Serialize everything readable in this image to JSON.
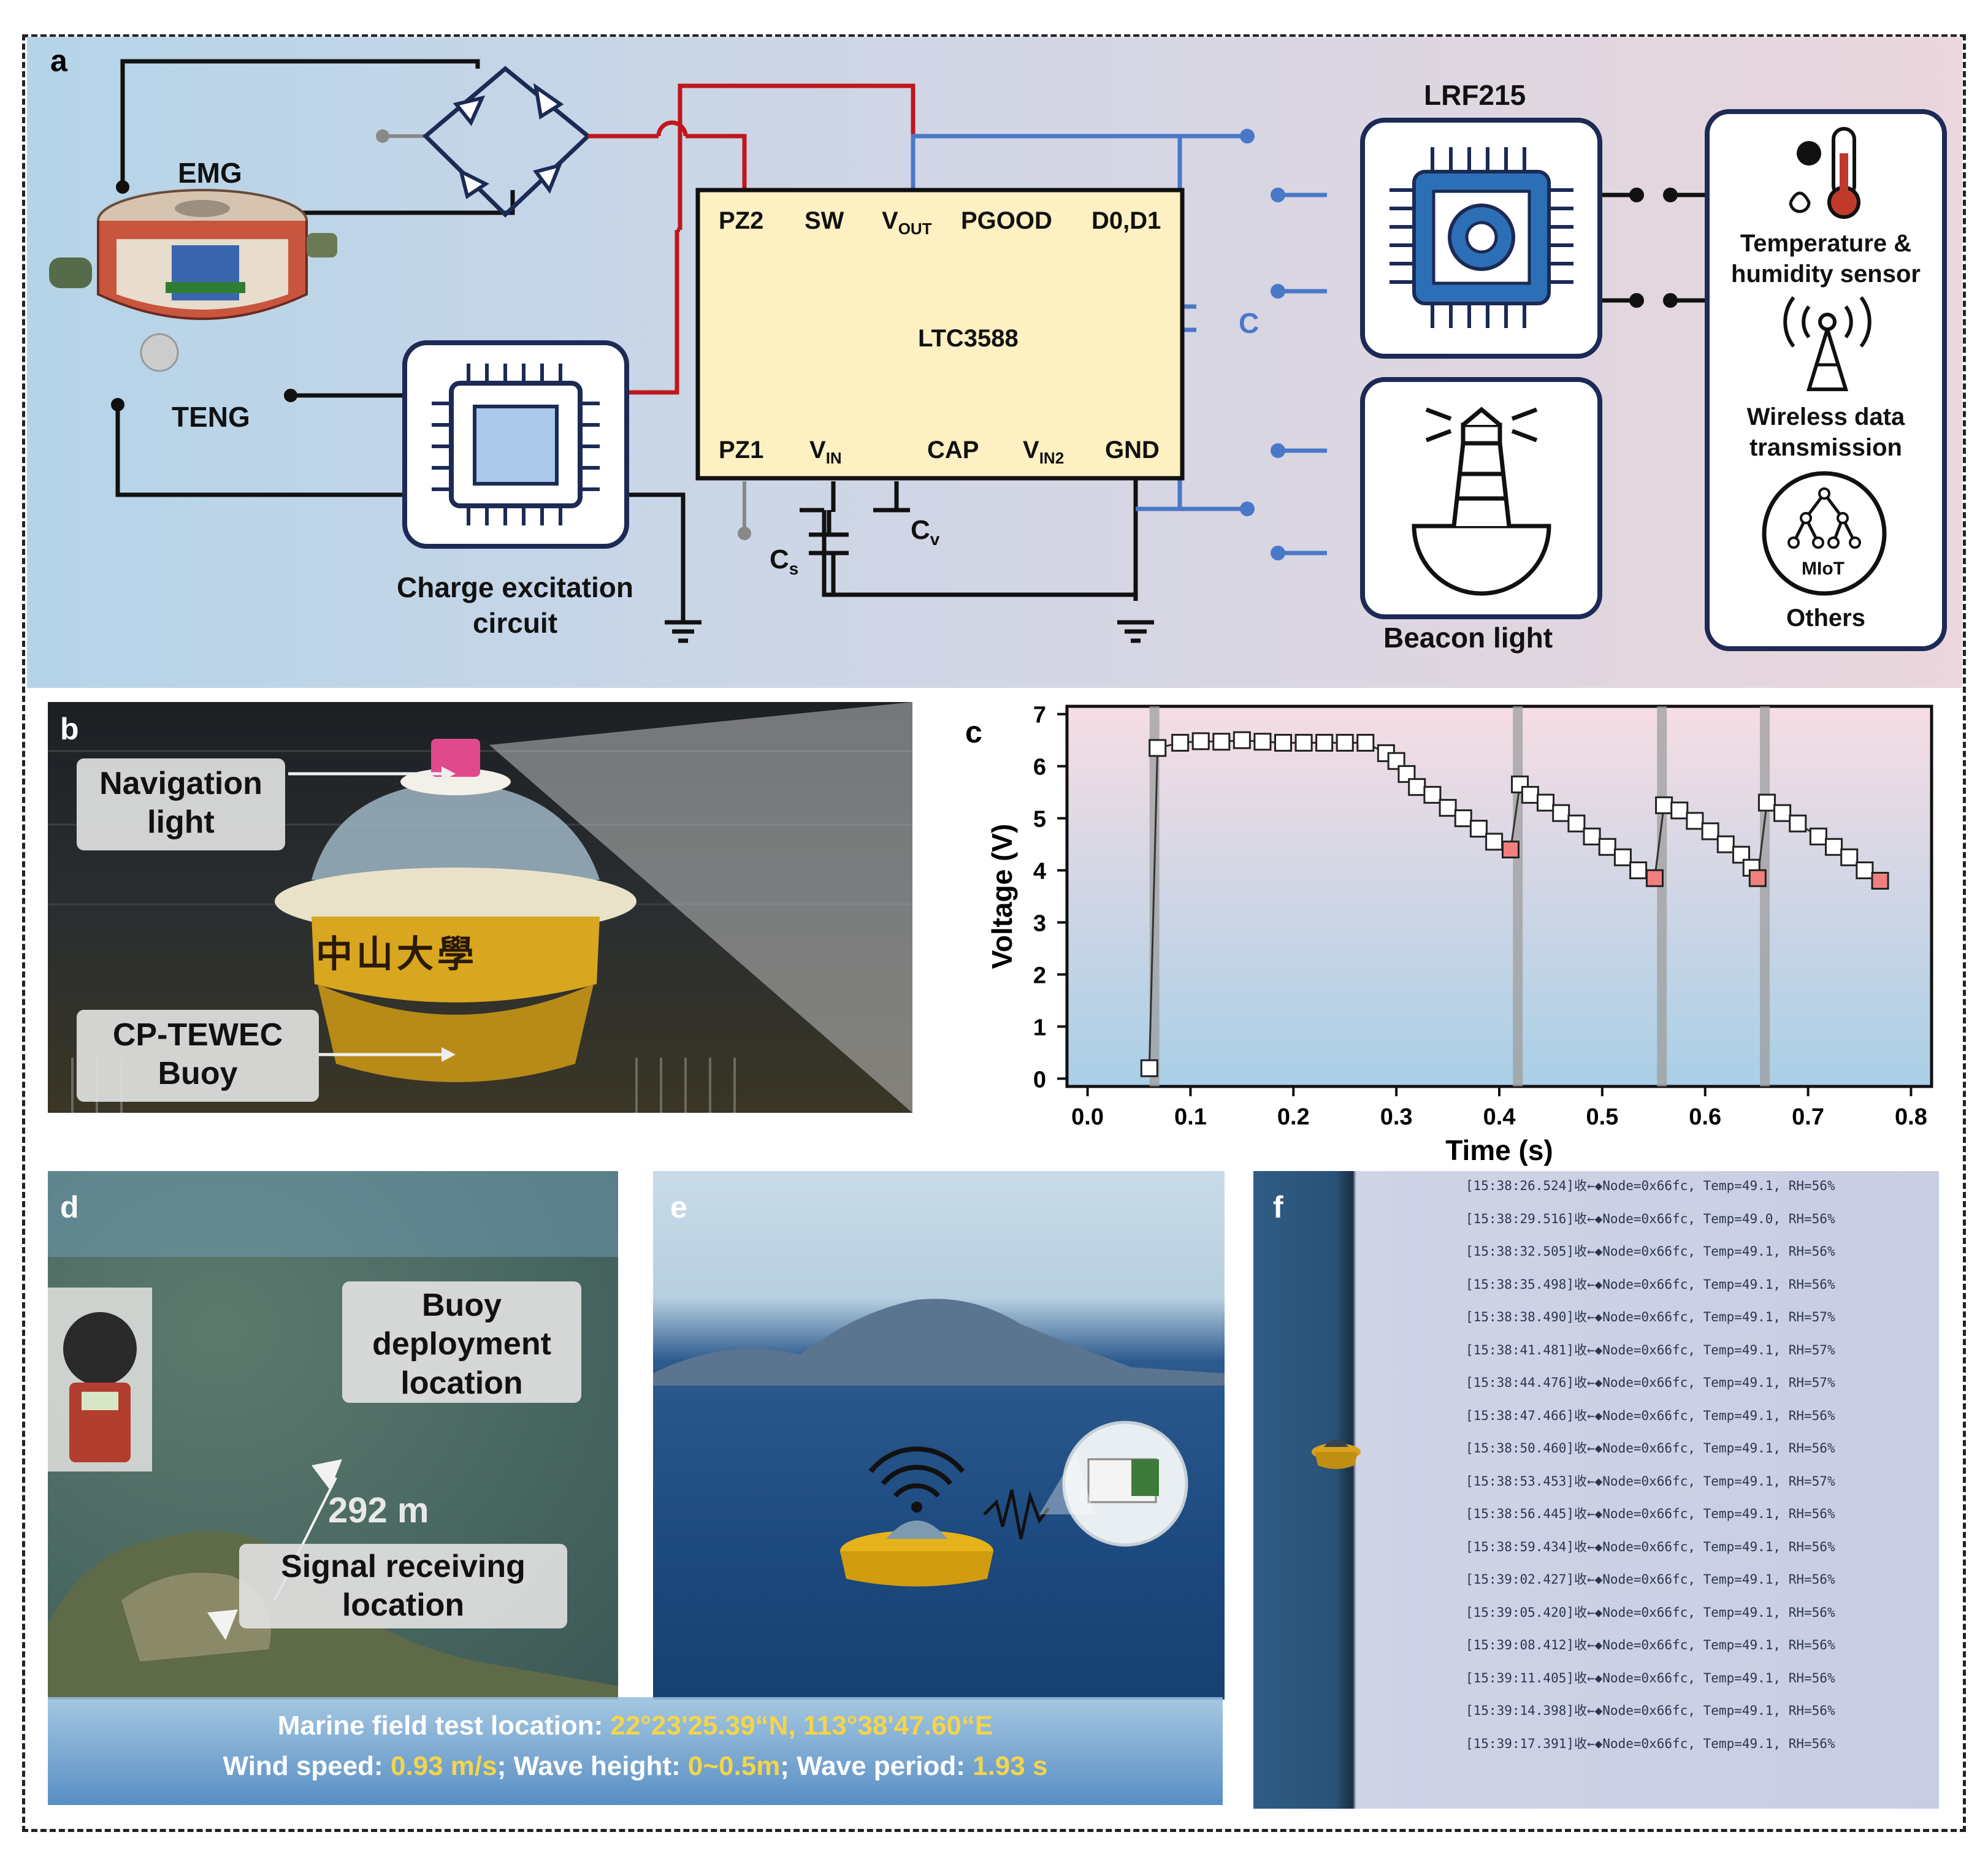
{
  "panel_a": {
    "letter": "a",
    "emg_label": "EMG",
    "teng_label": "TENG",
    "charge_circuit_label": [
      "Charge excitation",
      "circuit"
    ],
    "ic_name": "LTC3588",
    "ic_pins_top": [
      "PZ2",
      "SW",
      "V",
      "PGOOD",
      "D0,D1"
    ],
    "vout_sub": "OUT",
    "ic_pins_bottom": [
      "PZ1",
      "V",
      "CAP",
      "V",
      "GND"
    ],
    "vin_sub": "IN",
    "vin2_sub": "IN2",
    "cap_c": "C",
    "cap_cs": "C",
    "cap_cs_sub": "s",
    "cap_cv": "C",
    "cap_cv_sub": "v",
    "lrf_label": "LRF215",
    "beacon_label": "Beacon light",
    "sensor_label": [
      "Temperature &",
      "humidity sensor"
    ],
    "wireless_label": [
      "Wireless data",
      "transmission"
    ],
    "miot_label": "MIoT",
    "others_label": "Others"
  },
  "panel_b": {
    "letter": "b",
    "nav_light": [
      "Navigation",
      "light"
    ],
    "buoy_label": [
      "CP-TEWEC",
      "Buoy"
    ],
    "buoy_text": "中山大學"
  },
  "panel_c": {
    "letter": "c"
  },
  "chart_data": {
    "type": "scatter",
    "xlabel": "Time (s)",
    "ylabel": "Voltage (V)",
    "xlim": [
      0.0,
      0.8
    ],
    "ylim": [
      0,
      7
    ],
    "xticks": [
      "0.0",
      "0.1",
      "0.2",
      "0.3",
      "0.4",
      "0.5",
      "0.6",
      "0.7",
      "0.8"
    ],
    "yticks": [
      "0",
      "1",
      "2",
      "3",
      "4",
      "5",
      "6",
      "7"
    ],
    "vertical_bands_x": [
      0.065,
      0.418,
      0.558,
      0.658
    ],
    "series": [
      {
        "marker": "open-square",
        "x": [
          0.06,
          0.068,
          0.09,
          0.11,
          0.13,
          0.15,
          0.17,
          0.19,
          0.21,
          0.23,
          0.25,
          0.27,
          0.29,
          0.3,
          0.31,
          0.32,
          0.335,
          0.35,
          0.365,
          0.38,
          0.395,
          0.42,
          0.43,
          0.445,
          0.46,
          0.475,
          0.49,
          0.505,
          0.52,
          0.535,
          0.56,
          0.575,
          0.59,
          0.605,
          0.62,
          0.635,
          0.645,
          0.66,
          0.675,
          0.69,
          0.71,
          0.725,
          0.74,
          0.755
        ],
        "y": [
          0.2,
          6.35,
          6.45,
          6.48,
          6.47,
          6.5,
          6.47,
          6.45,
          6.45,
          6.45,
          6.45,
          6.45,
          6.25,
          6.1,
          5.85,
          5.6,
          5.45,
          5.2,
          5.0,
          4.8,
          4.55,
          5.65,
          5.45,
          5.3,
          5.1,
          4.9,
          4.65,
          4.45,
          4.25,
          4.0,
          5.25,
          5.15,
          4.95,
          4.75,
          4.5,
          4.3,
          4.05,
          5.3,
          5.1,
          4.9,
          4.65,
          4.45,
          4.25,
          4.0
        ]
      },
      {
        "marker": "filled-square-red",
        "x": [
          0.411,
          0.551,
          0.651,
          0.77
        ],
        "y": [
          4.4,
          3.85,
          3.85,
          3.8
        ]
      }
    ]
  },
  "panel_d": {
    "letter": "d",
    "buoy_deploy": [
      "Buoy",
      "deployment",
      "location"
    ],
    "distance": "292 m",
    "signal_loc": [
      "Signal receiving",
      "location"
    ]
  },
  "panel_e": {
    "letter": "e"
  },
  "panel_f": {
    "letter": "f",
    "log_lines": [
      "[15:38:26.524]收←◆Node=0x66fc, Temp=49.1, RH=56%",
      "[15:38:29.516]收←◆Node=0x66fc, Temp=49.0, RH=56%",
      "[15:38:32.505]收←◆Node=0x66fc, Temp=49.1, RH=56%",
      "[15:38:35.498]收←◆Node=0x66fc, Temp=49.1, RH=56%",
      "[15:38:38.490]收←◆Node=0x66fc, Temp=49.1, RH=57%",
      "[15:38:41.481]收←◆Node=0x66fc, Temp=49.1, RH=57%",
      "[15:38:44.476]收←◆Node=0x66fc, Temp=49.1, RH=57%",
      "[15:38:47.466]收←◆Node=0x66fc, Temp=49.1, RH=56%",
      "[15:38:50.460]收←◆Node=0x66fc, Temp=49.1, RH=56%",
      "[15:38:53.453]收←◆Node=0x66fc, Temp=49.1, RH=57%",
      "[15:38:56.445]收←◆Node=0x66fc, Temp=49.1, RH=56%",
      "[15:38:59.434]收←◆Node=0x66fc, Temp=49.1, RH=56%",
      "[15:39:02.427]收←◆Node=0x66fc, Temp=49.1, RH=56%",
      "[15:39:05.420]收←◆Node=0x66fc, Temp=49.1, RH=56%",
      "[15:39:08.412]收←◆Node=0x66fc, Temp=49.1, RH=56%",
      "[15:39:11.405]收←◆Node=0x66fc, Temp=49.1, RH=56%",
      "[15:39:14.398]收←◆Node=0x66fc, Temp=49.1, RH=56%",
      "[15:39:17.391]收←◆Node=0x66fc, Temp=49.1, RH=56%"
    ]
  },
  "caption": {
    "line1_label": "Marine field test location: ",
    "line1_value": "22°23'25.39“N, 113°38'47.60“E",
    "line2_a": "Wind speed: ",
    "line2_b": "0.93 m/s",
    "line2_c": "; Wave height: ",
    "line2_d": "0~0.5m",
    "line2_e": "; Wave period: ",
    "line2_f": "1.93 s"
  },
  "colors": {
    "wire_black": "#111111",
    "wire_red": "#c0161c",
    "wire_blue": "#4a78c8",
    "ic_fill": "#fdf0c2",
    "chip_blue": "#2d6fb7",
    "highlight_yellow": "#f4d54a",
    "red_marker": "#f08080"
  }
}
